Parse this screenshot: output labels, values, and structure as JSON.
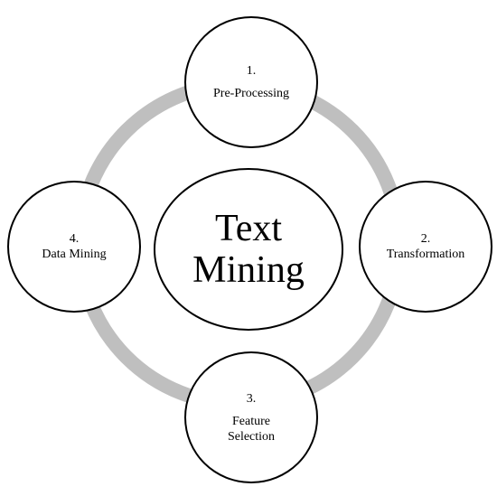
{
  "diagram": {
    "center": {
      "title": "Text Mining"
    },
    "steps": [
      {
        "number": "1.",
        "label": "Pre-Processing"
      },
      {
        "number": "2.",
        "label": "Transformation"
      },
      {
        "number": "3.",
        "label": "Feature Selection"
      },
      {
        "number": "4.",
        "label": "Data Mining"
      }
    ],
    "colors": {
      "ring": "#bfbfbf",
      "outline": "#000000",
      "fill": "#ffffff"
    }
  }
}
